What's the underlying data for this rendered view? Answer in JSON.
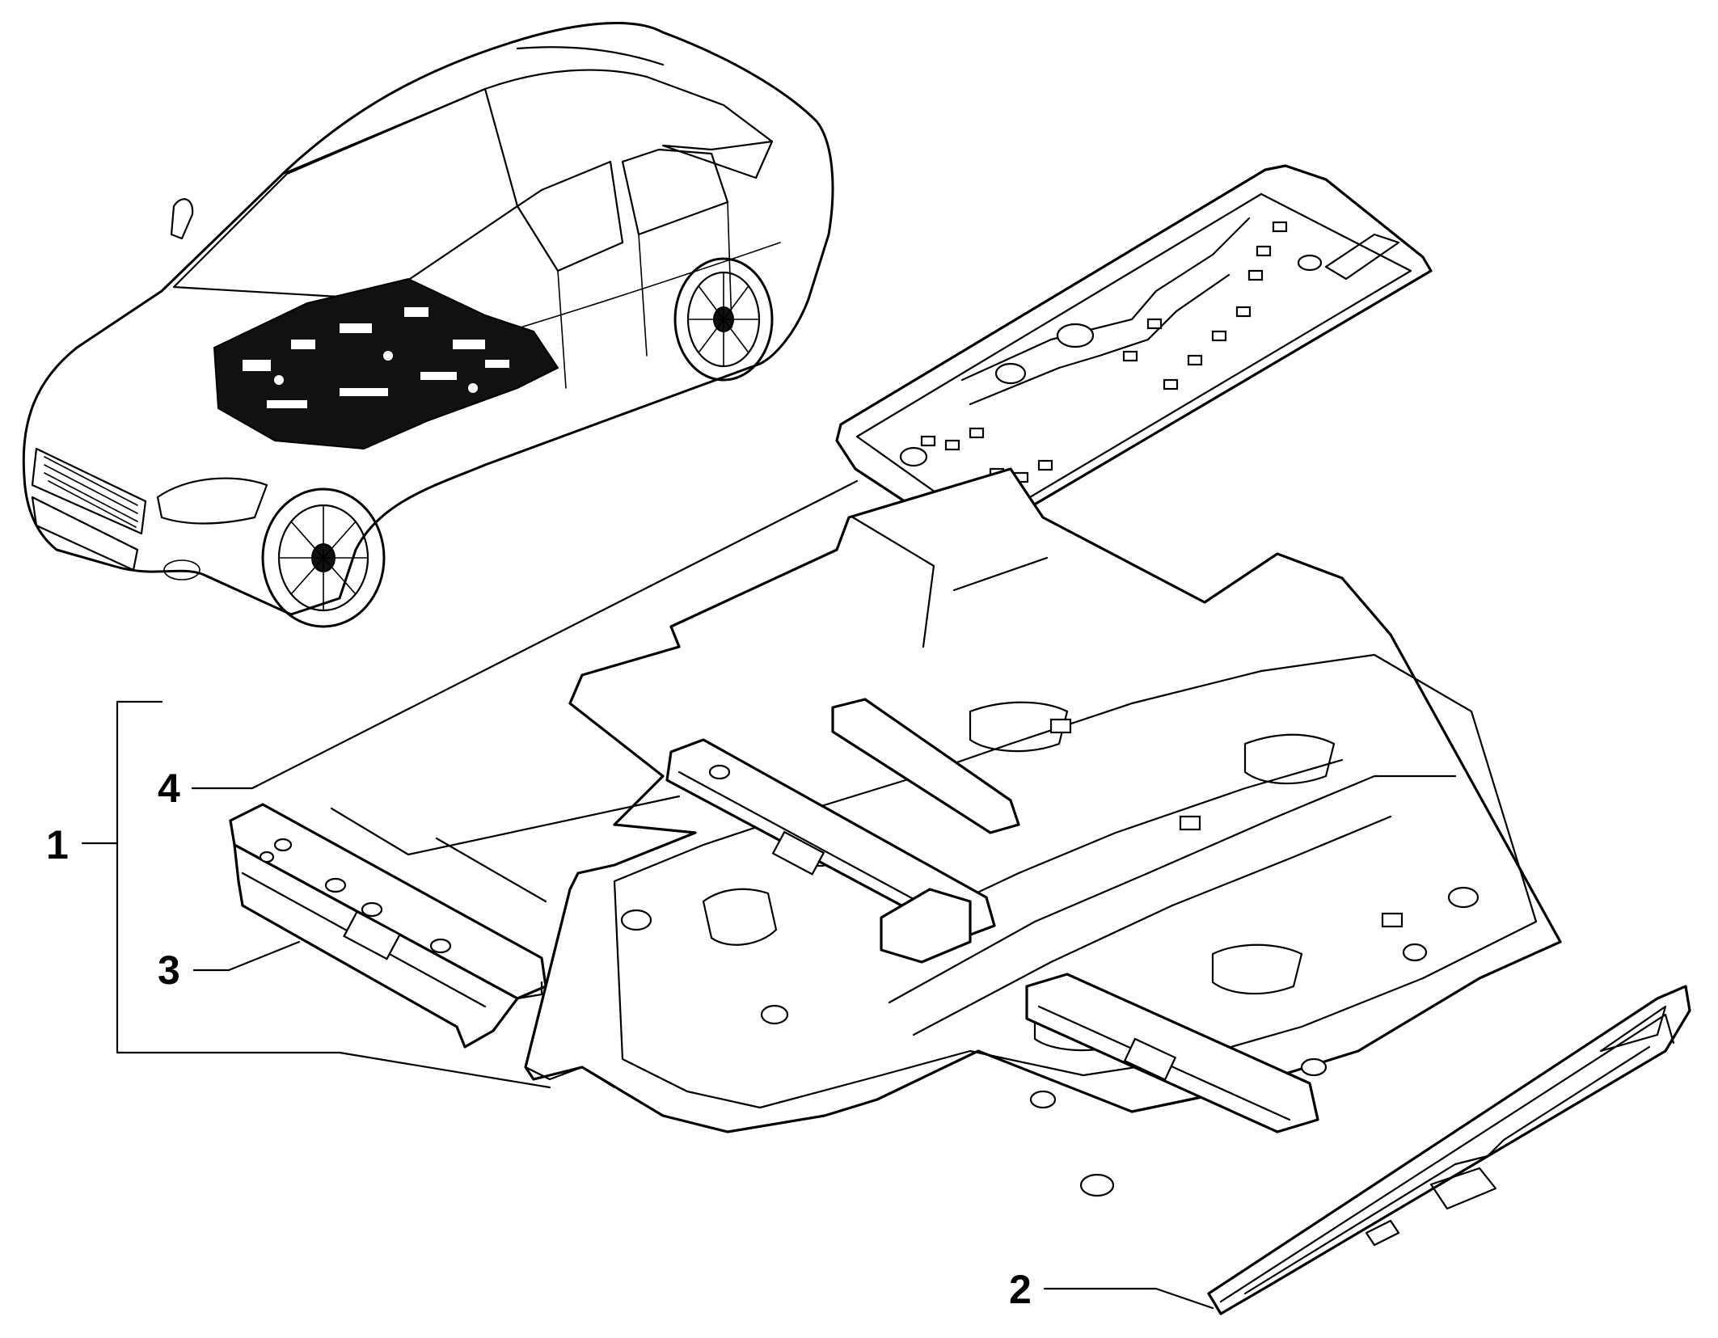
{
  "callouts": [
    {
      "id": "1",
      "label": "1"
    },
    {
      "id": "2",
      "label": "2"
    },
    {
      "id": "3",
      "label": "3"
    },
    {
      "id": "4",
      "label": "4"
    }
  ],
  "colors": {
    "line": "#000000",
    "background": "#ffffff"
  },
  "icons": [
    "car-overview-illustration",
    "floor-pan-assembly",
    "rear-floor-panel",
    "crossmember",
    "side-sill-reinforcement"
  ]
}
